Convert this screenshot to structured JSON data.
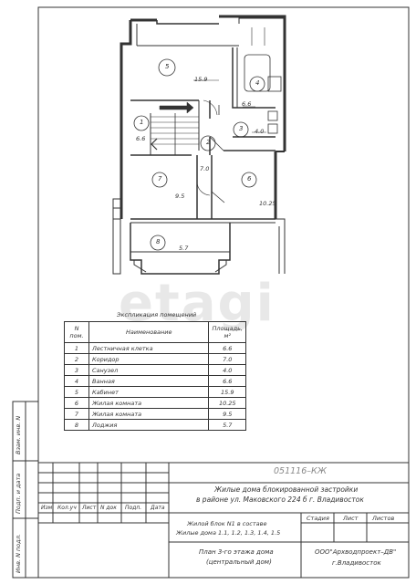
{
  "watermark": "etagi",
  "plan_labels": {
    "rooms": [
      {
        "num": "1",
        "area": "6.6"
      },
      {
        "num": "2",
        "area": "7.0"
      },
      {
        "num": "3",
        "area": "4.0"
      },
      {
        "num": "4",
        "area": "6.6"
      },
      {
        "num": "5",
        "area": "15.9"
      },
      {
        "num": "6",
        "area": "10.25"
      },
      {
        "num": "7",
        "area": "9.5"
      },
      {
        "num": "8",
        "area": "5.7"
      }
    ]
  },
  "explication": {
    "title": "Экспликация помещений",
    "col_num": "N пом.",
    "col_name": "Наименование",
    "col_area": "Площадь, м²",
    "rows": [
      {
        "num": "1",
        "name": "Лестничная клетка",
        "area": "6.6"
      },
      {
        "num": "2",
        "name": "Коридор",
        "area": "7.0"
      },
      {
        "num": "3",
        "name": "Санузел",
        "area": "4.0"
      },
      {
        "num": "4",
        "name": "Ванная",
        "area": "6.6"
      },
      {
        "num": "5",
        "name": "Кабинет",
        "area": "15.9"
      },
      {
        "num": "6",
        "name": "Жилая комната",
        "area": "10.25"
      },
      {
        "num": "7",
        "name": "Жилая комната",
        "area": "9.5"
      },
      {
        "num": "8",
        "name": "Лоджия",
        "area": "5.7"
      }
    ]
  },
  "side_stamp": {
    "inv_orig": "Инв. N подл.",
    "sign_date": "Подп. и дата",
    "replace_inv": "Взам. инв. N"
  },
  "title_block": {
    "code": "051116–КЖ",
    "project_line1": "Жилые дома блокированной застройки",
    "project_line2": "в районе ул. Маковского 224 б г. Владивосток",
    "col_izm": "Изм",
    "col_kol": "Кол.уч",
    "col_list": "Лист",
    "col_ndok": "N док",
    "col_podp": "Подп.",
    "col_data": "Дата",
    "object_line1": "Жилой блок N1 в составе",
    "object_line2": "Жилые дома 1.1, 1.2, 1.3, 1.4, 1.5",
    "stage_hdr": "Стадия",
    "sheet_hdr": "Лист",
    "sheets_hdr": "Листов",
    "drawing_line1": "План 3-го этажа дома",
    "drawing_line2": "(центральный дом)",
    "org_line1": "ООО\"Архводпроект–ДВ\"",
    "org_line2": "г.Владивосток"
  }
}
